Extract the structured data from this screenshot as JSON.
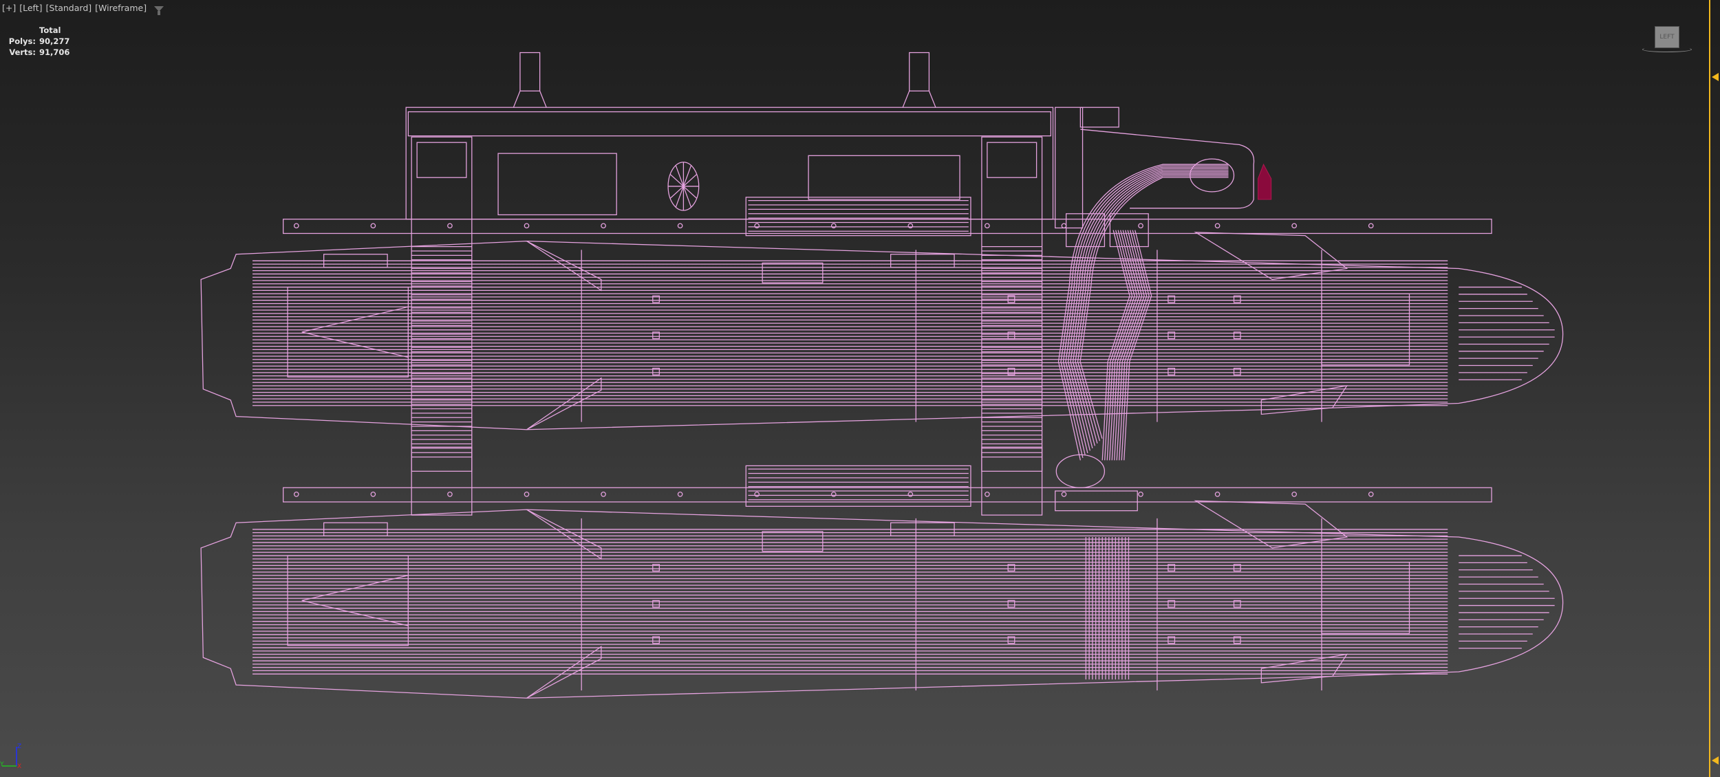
{
  "viewport": {
    "labels": [
      "[+]",
      "[Left]",
      "[Standard]",
      "[Wireframe]"
    ],
    "filter_icon": "funnel-icon"
  },
  "stats": {
    "header": "Total",
    "polys_label": "Polys:",
    "polys_value": "90,277",
    "verts_label": "Verts:",
    "verts_value": "91,706"
  },
  "viewcube": {
    "face": "LEFT"
  },
  "axis_gizmo": {
    "vertical": "Z",
    "horizontal": "Y",
    "depth": "X"
  },
  "colors": {
    "wireframe": "#e6a3e0",
    "selected_marker": "#8a0a3c",
    "timeline": "#f2b81e"
  }
}
